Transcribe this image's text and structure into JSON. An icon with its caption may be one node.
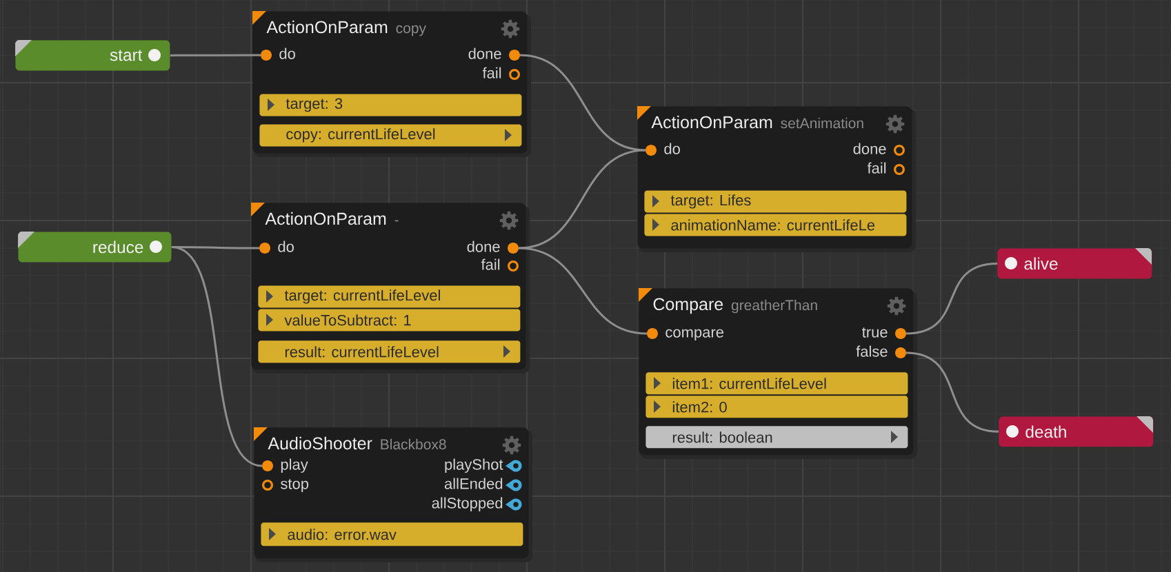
{
  "diagram": {
    "nodes": [
      {
        "text": [
          "start"
        ]
      },
      {
        "text": [
          "ActionOnParam",
          "copy"
        ]
      },
      {
        "text": [
          "do"
        ],
        "in": 1
      },
      {
        "text": [
          "done"
        ],
        "in": 1
      },
      {
        "text": [
          "fail"
        ],
        "in": 1
      },
      {
        "text": [
          "target: 3"
        ],
        "in": 1
      },
      {
        "text": [
          "copy: currentLifeLevel"
        ],
        "in": 1
      },
      {
        "text": [
          "ActionOnParam",
          "setAnimation"
        ]
      },
      {
        "text": [
          "do"
        ],
        "in": 7
      },
      {
        "text": [
          "done"
        ],
        "in": 7
      },
      {
        "text": [
          "fail"
        ],
        "in": 7
      },
      {
        "text": [
          "target: Lifes"
        ],
        "in": 7
      },
      {
        "text": [
          "animationName: currentLifeLe"
        ],
        "in": 7
      },
      {
        "text": [
          "reduce"
        ]
      },
      {
        "text": [
          "ActionOnParam",
          "-"
        ]
      },
      {
        "text": [
          "do"
        ],
        "in": 14
      },
      {
        "text": [
          "done"
        ],
        "in": 14
      },
      {
        "text": [
          "fail"
        ],
        "in": 14
      },
      {
        "text": [
          "target: currentLifeLevel"
        ],
        "in": 14
      },
      {
        "text": [
          "valueToSubtract: 1"
        ],
        "in": 14
      },
      {
        "text": [
          "result: currentLifeLevel"
        ],
        "in": 14
      },
      {
        "text": [
          "alive"
        ]
      },
      {
        "text": [
          "Compare",
          "greatherThan"
        ]
      },
      {
        "text": [
          "compare"
        ],
        "in": 22
      },
      {
        "text": [
          "true"
        ],
        "in": 22
      },
      {
        "text": [
          "false"
        ],
        "in": 22
      },
      {
        "text": [
          "item1: currentLifeLevel"
        ],
        "in": 22
      },
      {
        "text": [
          "item2: 0"
        ],
        "in": 22
      },
      {
        "text": [
          "result: boolean"
        ],
        "in": 22
      },
      {
        "text": [
          "death"
        ]
      },
      {
        "text": [
          "AudioShooter",
          "Blackbox8"
        ]
      },
      {
        "text": [
          "play"
        ],
        "in": 30
      },
      {
        "text": [
          "stop"
        ],
        "in": 30
      },
      {
        "text": [
          "playShot"
        ],
        "in": 30
      },
      {
        "text": [
          "allEnded"
        ],
        "in": 30
      },
      {
        "text": [
          "allStopped"
        ],
        "in": 30
      },
      {
        "text": [
          "audio: error.wav"
        ],
        "in": 30
      }
    ],
    "edges": [
      {
        "from": 0,
        "to": 2,
        "arrow": "none"
      },
      {
        "from": 3,
        "to": 8,
        "arrow": "none"
      },
      {
        "from": 13,
        "to": 15,
        "arrow": "none"
      },
      {
        "from": 13,
        "to": 31,
        "arrow": "none"
      },
      {
        "from": 16,
        "to": 8,
        "arrow": "none"
      },
      {
        "from": 16,
        "to": 23,
        "arrow": "none"
      },
      {
        "from": 24,
        "to": 21,
        "arrow": "none"
      },
      {
        "from": 25,
        "to": 29,
        "arrow": "none"
      }
    ]
  }
}
